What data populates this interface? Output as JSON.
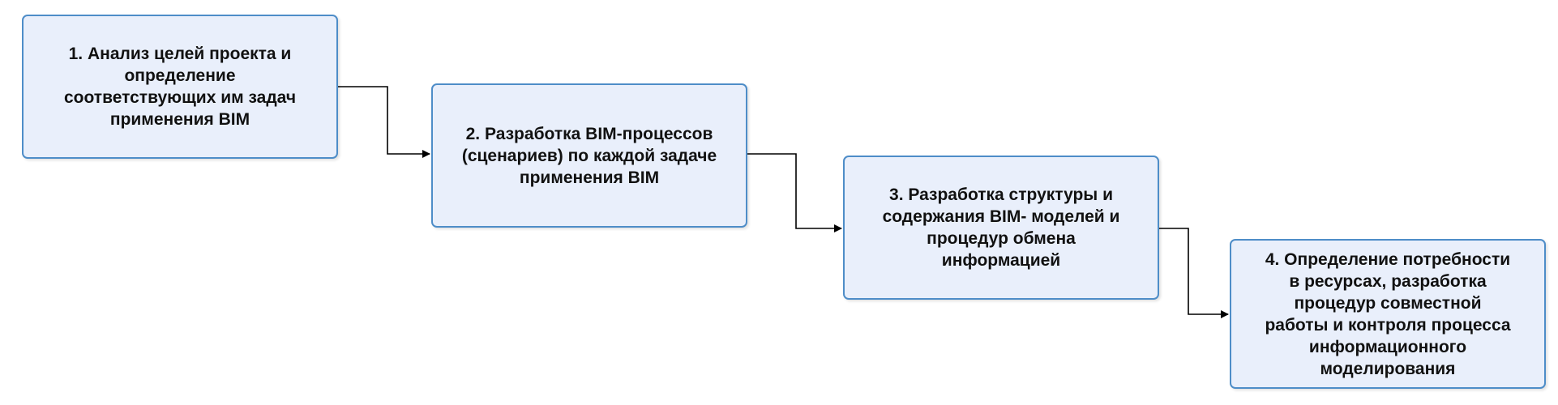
{
  "diagram": {
    "colors": {
      "box_fill": "#e9effb",
      "box_border": "#4e8dc8",
      "connector": "#000000",
      "text": "#111111"
    },
    "steps": [
      {
        "id": "1",
        "text": "1.  Анализ целей проекта и\nопределение\nсоответствующих им задач\nприменения BIM"
      },
      {
        "id": "2",
        "text": "2. Разработка BIM-процессов\n(сценариев) по каждой задаче\nприменения BIM"
      },
      {
        "id": "3",
        "text": "3. Разработка структуры и\nсодержания BIM- моделей и\nпроцедур обмена\nинформацией"
      },
      {
        "id": "4",
        "text": "4. Определение потребности\nв ресурсах, разработка\nпроцедур совместной\nработы и контроля процесса\nинформационного\nмоделирования"
      }
    ],
    "connectors": [
      {
        "from": "1",
        "to": "2"
      },
      {
        "from": "2",
        "to": "3"
      },
      {
        "from": "3",
        "to": "4"
      }
    ]
  }
}
